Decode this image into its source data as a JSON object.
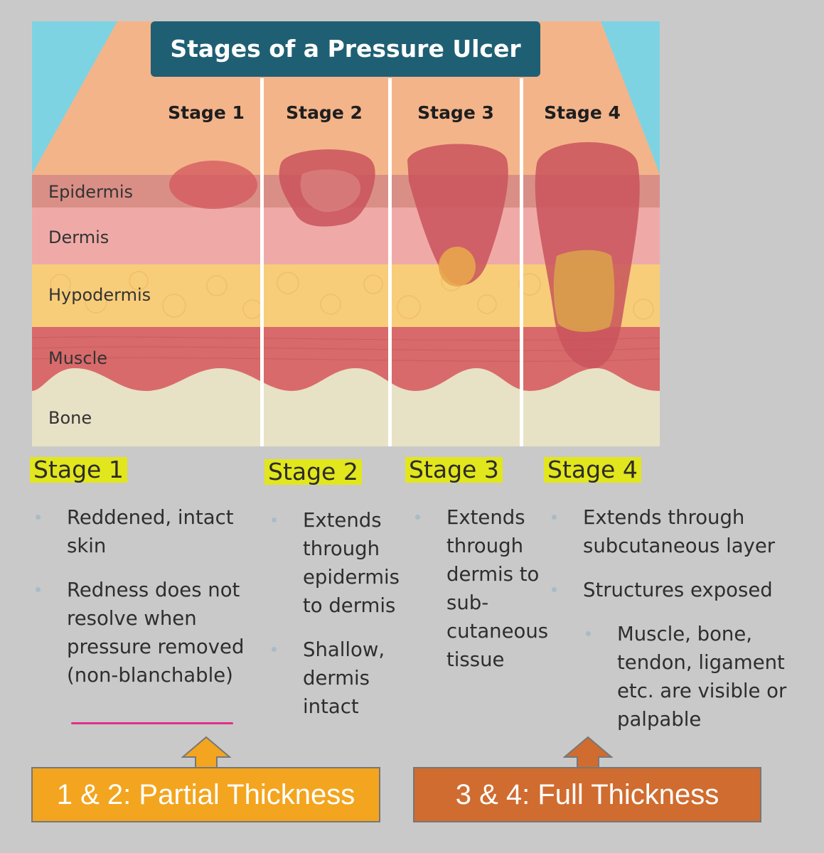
{
  "illustration": {
    "title": "Stages of a Pressure Ulcer",
    "stage_labels": [
      "Stage 1",
      "Stage 2",
      "Stage 3",
      "Stage 4"
    ],
    "layer_labels": [
      "Epidermis",
      "Dermis",
      "Hypodermis",
      "Muscle",
      "Bone"
    ],
    "colors": {
      "sky": "#7ed3e3",
      "skin": "#f3b48a",
      "epidermis": "#d98f86",
      "dermis": "#efaaa7",
      "hypodermis": "#f7cd7a",
      "muscle": "#d96a6b",
      "bone": "#e7e1c6",
      "title_banner": "#1f5f74"
    }
  },
  "stages": [
    {
      "heading": "Stage 1",
      "bullets": [
        "Reddened, intact skin",
        "Redness does not resolve when pressure removed (non-blanchable)"
      ]
    },
    {
      "heading": "Stage 2",
      "bullets": [
        "Extends through epidermis to dermis",
        "Shallow, dermis intact"
      ]
    },
    {
      "heading": "Stage 3",
      "bullets": [
        "Extends through dermis to sub-cutaneous tissue"
      ]
    },
    {
      "heading": "Stage 4",
      "bullets": [
        "Extends through subcutaneous layer",
        "Structures exposed"
      ],
      "sub_bullets": [
        "Muscle, bone, tendon, ligament etc. are visible or palpable"
      ]
    }
  ],
  "summary": {
    "partial": "1 & 2: Partial Thickness",
    "full": "3 & 4: Full Thickness",
    "colors": {
      "partial": "#f3a51f",
      "full": "#d06c2f"
    }
  }
}
